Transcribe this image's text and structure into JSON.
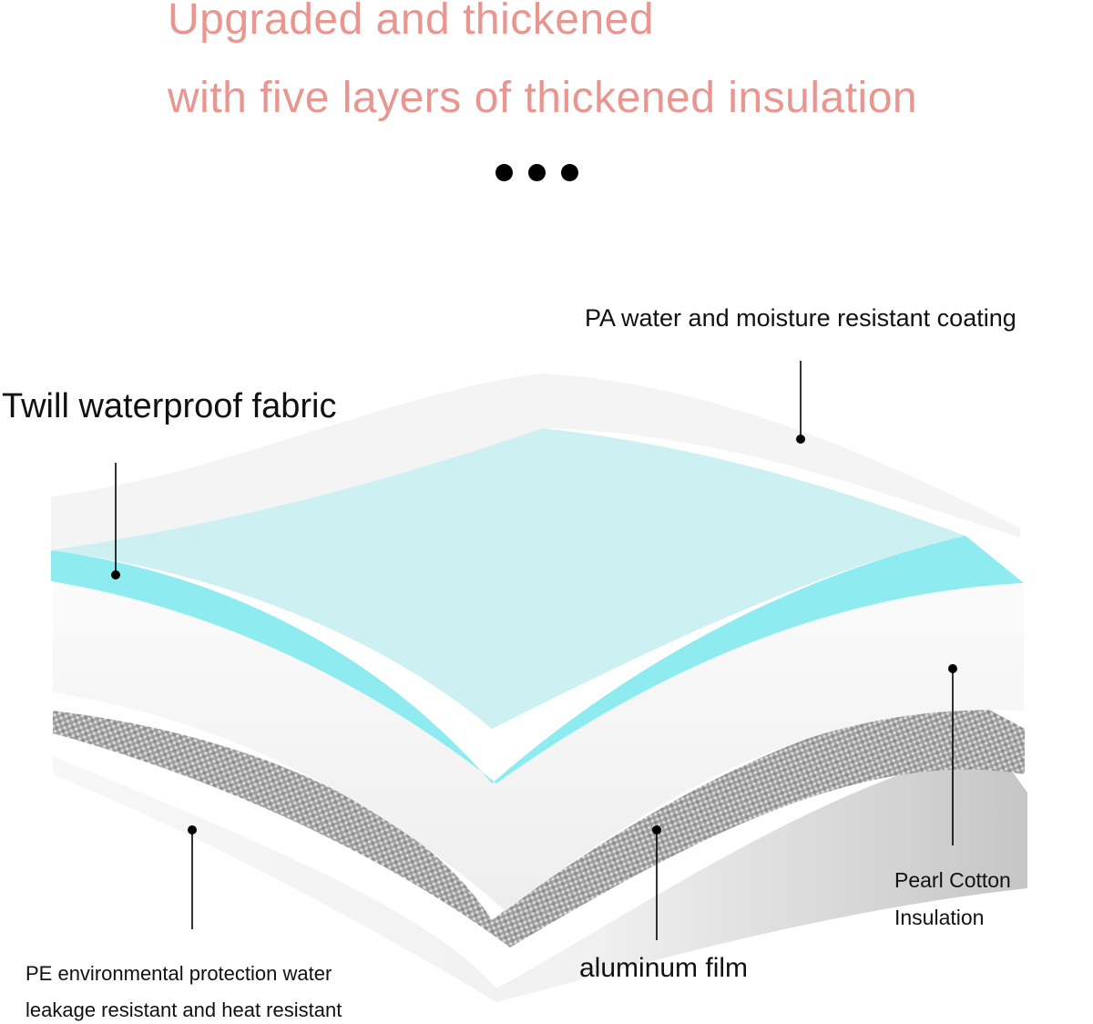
{
  "headline": {
    "line1": "Upgraded and thickened",
    "line2": "with five layers of thickened insulation",
    "color": "#e99590"
  },
  "layers": [
    {
      "id": "pa-coating",
      "label": "PA water and moisture resistant coating"
    },
    {
      "id": "twill",
      "label": "Twill waterproof fabric"
    },
    {
      "id": "pearl-cotton",
      "label_lines": [
        "Pearl Cotton",
        "Insulation"
      ]
    },
    {
      "id": "aluminum",
      "label": "aluminum film"
    },
    {
      "id": "pe",
      "label_lines": [
        "PE environmental protection water",
        "leakage resistant and heat resistant"
      ]
    }
  ],
  "colors": {
    "cyan_layer": "#8eecf1",
    "cyan_inner": "#cdf1f2",
    "white_layer": "#f6f6f6",
    "grey_layer": "#cfcfcf",
    "aluminum_layer": "#a7a7a7",
    "leader": "#000000"
  }
}
